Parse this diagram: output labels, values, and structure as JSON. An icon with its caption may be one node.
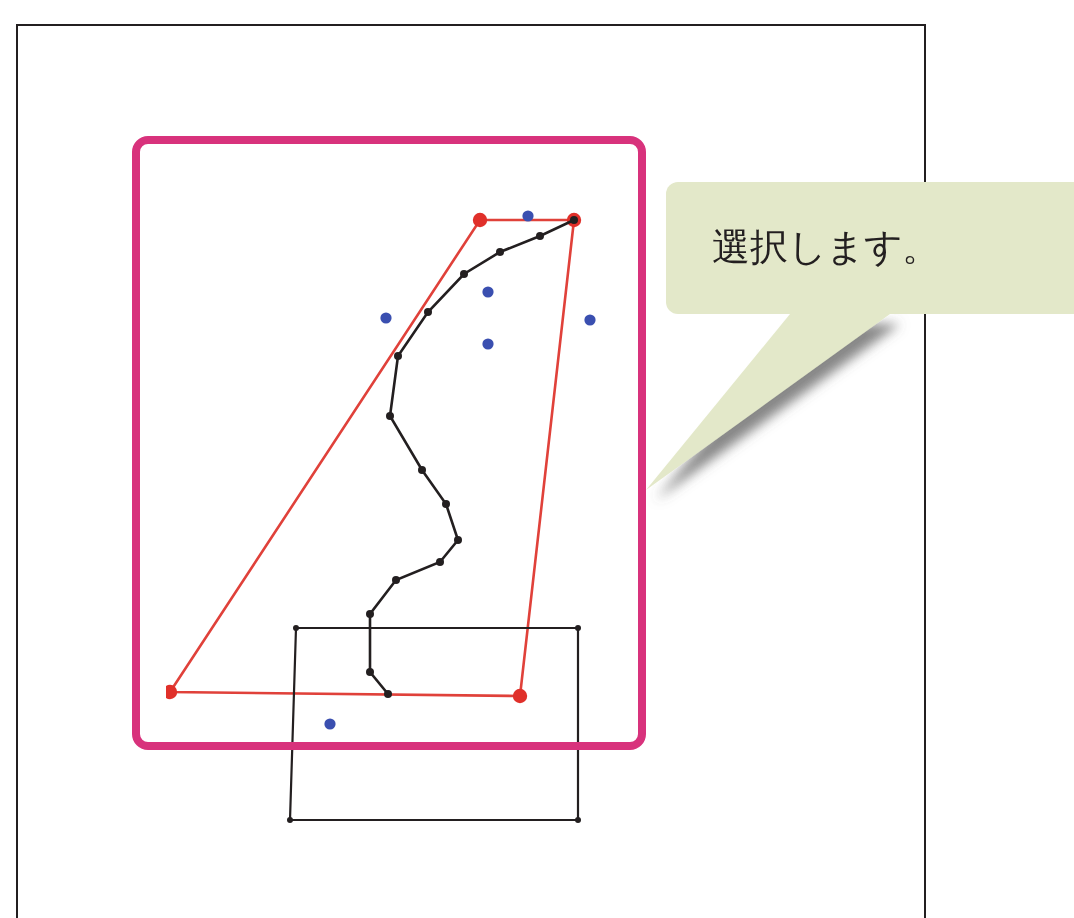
{
  "diagram": {
    "nodes": [
      {
        "text": [
          "選択します。"
        ]
      },
      {
        "text": [],
        "shape": "box"
      }
    ],
    "edges": [
      {
        "from": 0,
        "to": 1,
        "arrow": "none"
      }
    ]
  }
}
